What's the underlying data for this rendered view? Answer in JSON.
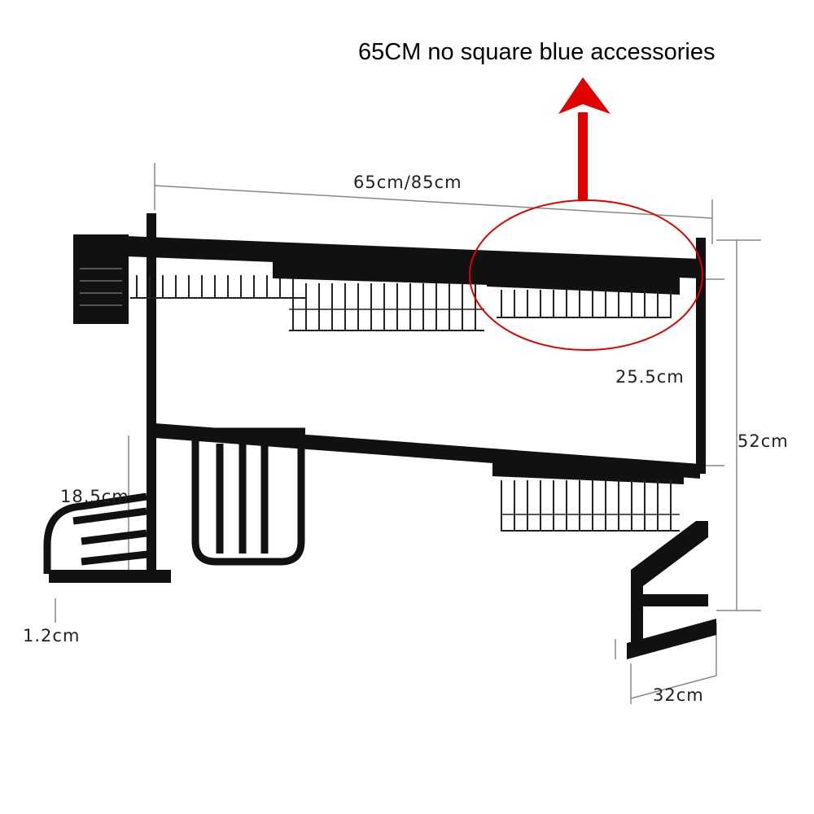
{
  "caption": "65CM no square blue accessories",
  "dimensions": {
    "width": "65cm/85cm",
    "tier_gap": "25.5cm",
    "height": "52cm",
    "side_rack": "18.5cm",
    "foot": "1.2cm",
    "depth": "32cm"
  },
  "colors": {
    "rack": "#111111",
    "highlight": "#e00000",
    "dimension_line": "#888888"
  }
}
